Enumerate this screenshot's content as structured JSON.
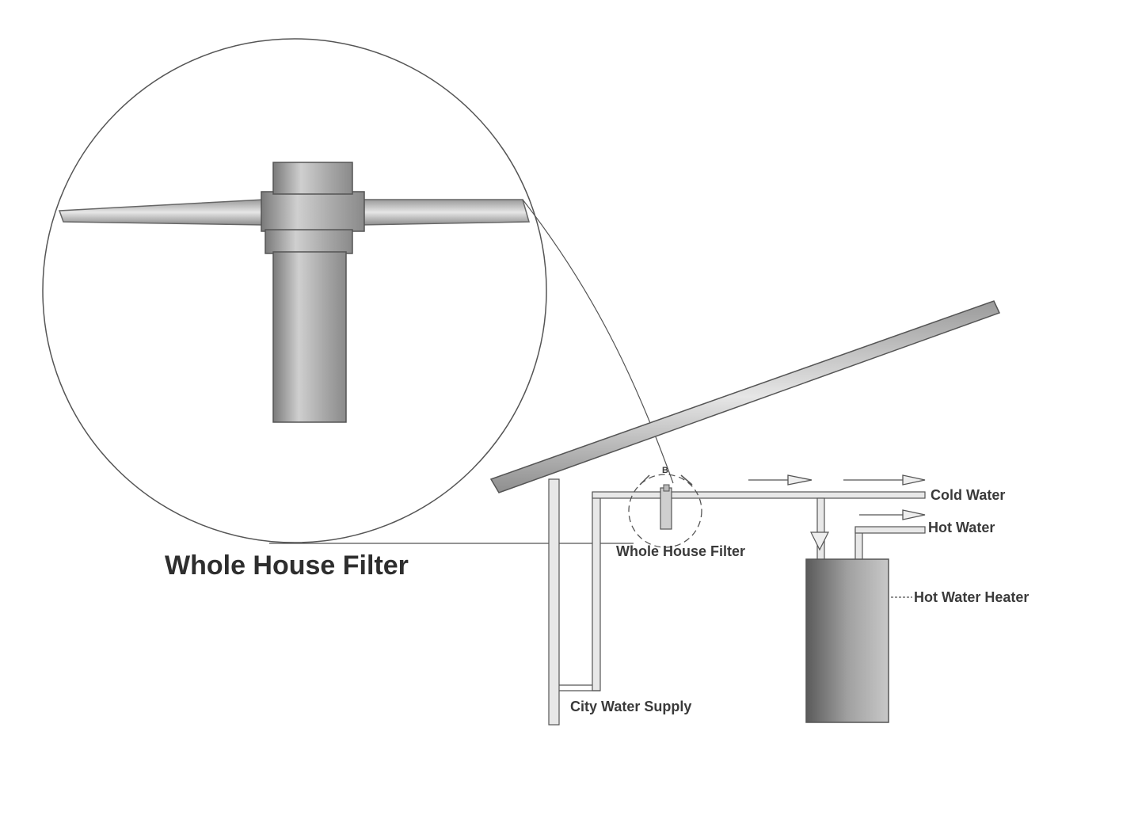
{
  "labels": {
    "magnified_title": "Whole House Filter",
    "filter": "Whole House Filter",
    "cold_water": "Cold Water",
    "hot_water": "Hot Water",
    "hot_water_heater": "Hot Water Heater",
    "city_water_supply": "City Water Supply",
    "detail_marker": "B"
  },
  "colors": {
    "line": "#555555",
    "pipe_fill": "#d8d8d8",
    "heater_dark": "#6a6a6a",
    "heater_light": "#bdbdbd"
  }
}
